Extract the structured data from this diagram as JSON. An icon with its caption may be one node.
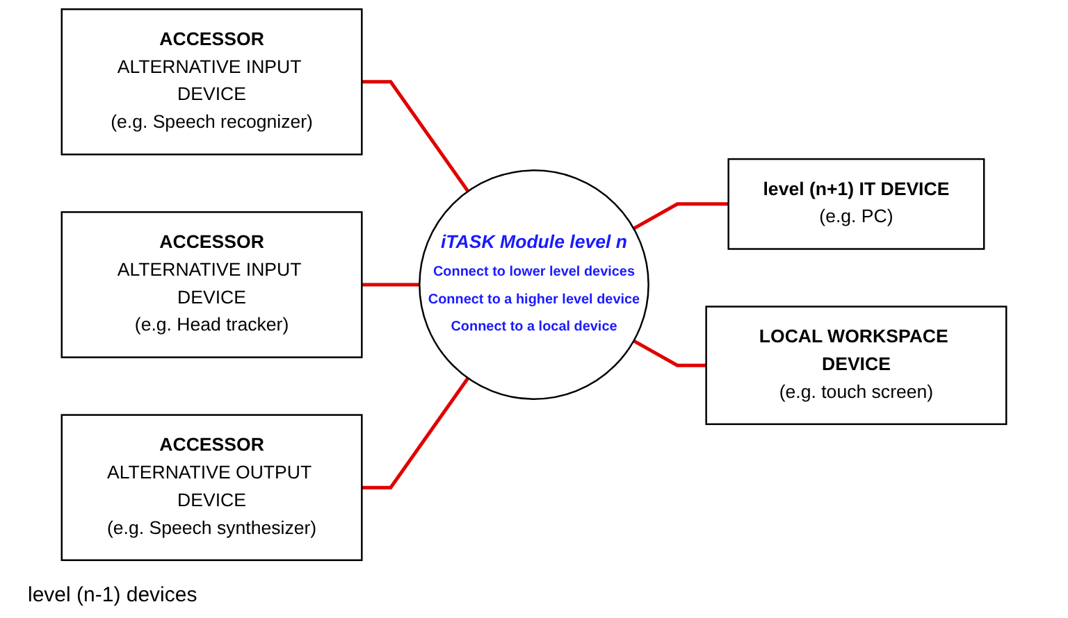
{
  "diagram": {
    "nodes": [
      {
        "text": [
          "ACCESSOR",
          "ALTERNATIVE INPUT DEVICE",
          "(e.g. Speech recognizer)"
        ]
      },
      {
        "text": [
          "ACCESSOR",
          "ALTERNATIVE INPUT DEVICE",
          "(e.g. Head tracker)"
        ]
      },
      {
        "text": [
          "ACCESSOR",
          "ALTERNATIVE OUTPUT DEVICE",
          "(e.g. Speech synthesizer)"
        ]
      },
      {
        "text": [
          "iTASK Module level n",
          "Connect to lower level devices",
          "Connect to a higher level device",
          "Connect to a local device"
        ]
      },
      {
        "text": [
          "level (n+1) IT DEVICE",
          "(e.g. PC)"
        ]
      },
      {
        "text": [
          "LOCAL WORKSPACE DEVICE",
          "(e.g. touch screen)"
        ]
      }
    ],
    "edges": [
      {
        "from": 0,
        "to": 3,
        "arrow": "none"
      },
      {
        "from": 1,
        "to": 3,
        "arrow": "none"
      },
      {
        "from": 2,
        "to": 3,
        "arrow": "none"
      },
      {
        "from": 3,
        "to": 4,
        "arrow": "none"
      },
      {
        "from": 3,
        "to": 5,
        "arrow": "none"
      }
    ],
    "labels": [
      "level (n-1) devices"
    ]
  }
}
